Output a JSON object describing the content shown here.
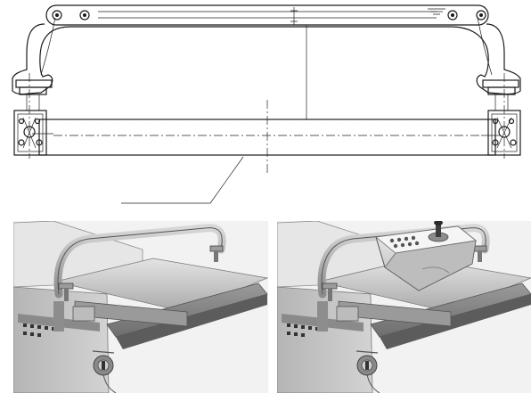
{
  "figure": {
    "views": [
      {
        "id": "drawing"
      },
      {
        "id": "photo-left"
      },
      {
        "id": "photo-right"
      }
    ]
  },
  "colors": {
    "ink": "#1b1b1b",
    "background": "#ffffff",
    "metal_light": "#cfcfcf",
    "metal_mid": "#a8a8a8",
    "metal_dark": "#6a6a6a",
    "cabinet": "#bdbdbd",
    "cushion": "#e6e6e6"
  },
  "icons": [
    "bolt-icon",
    "keyhole-icon",
    "joystick-icon"
  ]
}
